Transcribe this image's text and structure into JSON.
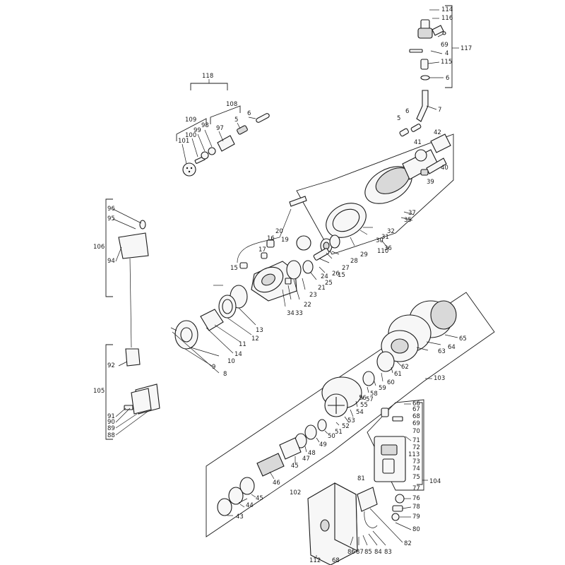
{
  "colors": {
    "ink": "#1a1a1a",
    "paper": "#ffffff",
    "shade": "#d9d9d9"
  },
  "labels": {
    "l4": "4",
    "l5": "5",
    "l6": "6",
    "l7": "7",
    "l8": "8",
    "l9": "9",
    "l10": "10",
    "l11": "11",
    "l12": "12",
    "l13": "13",
    "l14": "14",
    "l15": "15",
    "l16": "16",
    "l17": "17",
    "l19": "19",
    "l20": "20",
    "l21": "21",
    "l22": "22",
    "l23": "23",
    "l24": "24",
    "l25": "25",
    "l26": "26",
    "l27": "27",
    "l28": "28",
    "l29": "29",
    "l30": "30",
    "l31": "31",
    "l32": "32",
    "l33": "33",
    "l34": "34",
    "l35": "35",
    "l36": "36",
    "l37": "37",
    "l39": "39",
    "l40": "40",
    "l41": "41",
    "l42": "42",
    "l43": "43",
    "l44": "44",
    "l45": "45",
    "l46": "46",
    "l47": "47",
    "l48": "48",
    "l49": "49",
    "l50": "50",
    "l51": "51",
    "l52": "52",
    "l53": "53",
    "l54": "54",
    "l55": "55",
    "l56": "56",
    "l57": "57",
    "l58": "58",
    "l59": "59",
    "l60": "60",
    "l61": "61",
    "l62": "62",
    "l63": "63",
    "l64": "64",
    "l65": "65",
    "l66": "66",
    "l67": "67",
    "l68": "68",
    "l69": "69",
    "l70": "70",
    "l71": "71",
    "l72": "72",
    "l73": "73",
    "l74": "74",
    "l75": "75",
    "l76": "76",
    "l77": "77",
    "l78": "78",
    "l79": "79",
    "l80": "80",
    "l81": "81",
    "l82": "82",
    "l83": "83",
    "l84": "84",
    "l85": "85",
    "l86": "86",
    "l87": "87",
    "l88": "88",
    "l89": "89",
    "l90": "90",
    "l91": "91",
    "l92": "92",
    "l94": "94",
    "l95": "95",
    "l96": "96",
    "l97": "97",
    "l98": "98",
    "l99": "99",
    "l100": "100",
    "l101": "101",
    "l102": "102",
    "l103": "103",
    "l104": "104",
    "l105": "105",
    "l106": "106",
    "l108": "108",
    "l109": "109",
    "l110": "110",
    "l112": "112",
    "l113": "113",
    "l114": "114",
    "l115": "115",
    "l116": "116",
    "l117": "117",
    "l118": "118"
  }
}
